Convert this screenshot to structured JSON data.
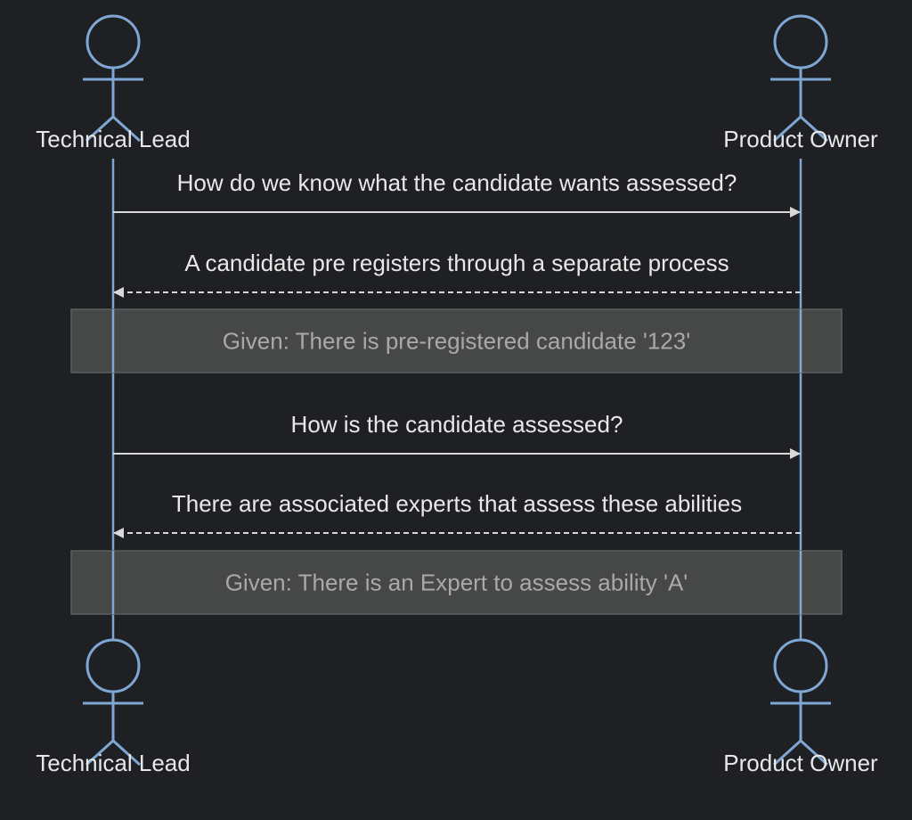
{
  "diagram": {
    "type": "sequence",
    "colors": {
      "background": "#1f2024",
      "actor_stroke": "#7fa7d4",
      "actor_fill": "#1f2024",
      "lifeline": "#7fa7d4",
      "message_line": "#d8d8d8",
      "message_text": "#e8e8e8",
      "note_fill": "#4a4b4b",
      "note_stroke": "#5d5e5e",
      "note_text": "#a9a9a9"
    },
    "actors": [
      {
        "id": "tech-lead",
        "name": "Technical Lead"
      },
      {
        "id": "product-owner",
        "name": "Product Owner"
      }
    ],
    "steps": [
      {
        "kind": "message",
        "from": "tech-lead",
        "to": "product-owner",
        "style": "solid",
        "text": "How do we know what the candidate wants assessed?"
      },
      {
        "kind": "message",
        "from": "product-owner",
        "to": "tech-lead",
        "style": "dashed",
        "text": "A candidate pre registers through a separate process"
      },
      {
        "kind": "note",
        "over": [
          "tech-lead",
          "product-owner"
        ],
        "text": "Given: There is pre-registered candidate '123'"
      },
      {
        "kind": "message",
        "from": "tech-lead",
        "to": "product-owner",
        "style": "solid",
        "text": "How is the candidate assessed?"
      },
      {
        "kind": "message",
        "from": "product-owner",
        "to": "tech-lead",
        "style": "dashed",
        "text": "There are associated experts that assess these abilities"
      },
      {
        "kind": "note",
        "over": [
          "tech-lead",
          "product-owner"
        ],
        "text": "Given: There is an Expert to assess ability 'A'"
      }
    ]
  }
}
